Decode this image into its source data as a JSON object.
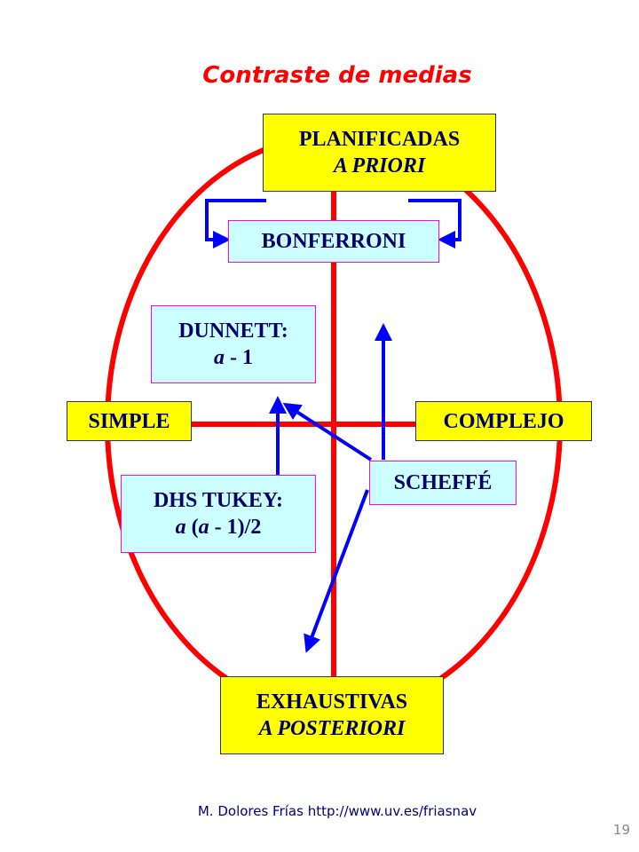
{
  "title": "Contraste de medias",
  "boxes": {
    "planificadas": {
      "line1": "PLANIFICADAS",
      "line2": "A PRIORI"
    },
    "bonferroni": {
      "label": "BONFERRONI"
    },
    "dunnett": {
      "line1": "DUNNETT:",
      "line2_var": "a",
      "line2_rest": " - 1"
    },
    "simple": {
      "label": "SIMPLE"
    },
    "complejo": {
      "label": "COMPLEJO"
    },
    "scheffe": {
      "label": "SCHEFFÉ"
    },
    "tukey": {
      "line1": "DHS TUKEY:",
      "line2_a1": "a",
      "line2_mid": " (",
      "line2_a2": "a",
      "line2_end": " - 1)/2"
    },
    "exhaustivas": {
      "line1": "EXHAUSTIVAS",
      "line2": "A POSTERIORI"
    }
  },
  "footer": "M. Dolores Frías http://www.uv.es/friasnav",
  "page_number": "19",
  "colors": {
    "title": "#ff0000",
    "axes": "#ff0000",
    "arrows": "#0000ff",
    "yellow_box": "#ffff00",
    "cyan_box": "#ccffff",
    "text": "#000066"
  }
}
